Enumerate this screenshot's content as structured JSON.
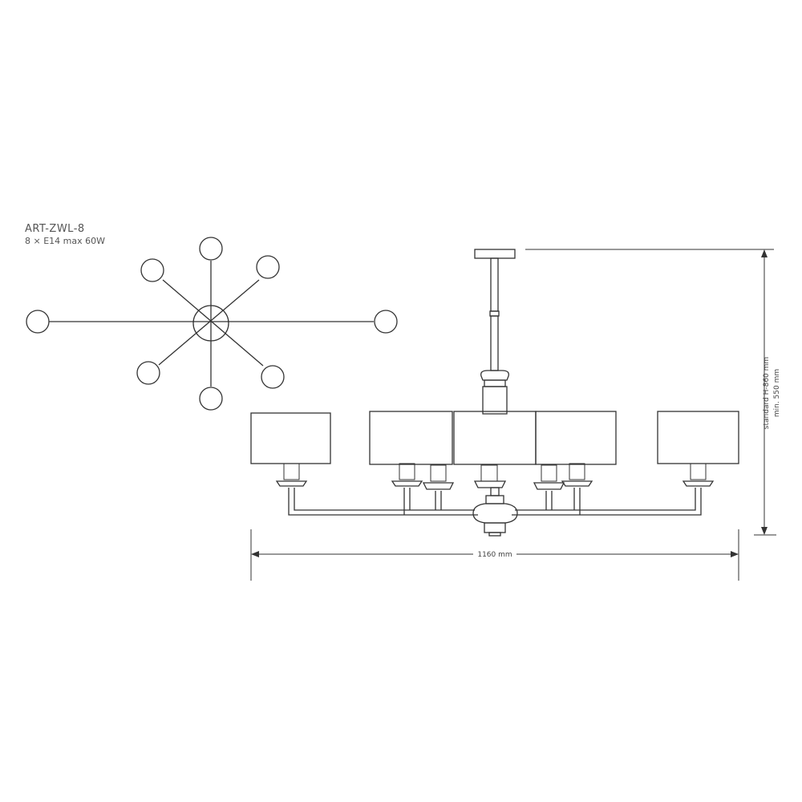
{
  "product": {
    "model": "ART-ZWL-8",
    "spec": "8 × E14 max 60W"
  },
  "dimensions": {
    "width_label": "1160 mm",
    "height_standard_label": "standard H-860 mm",
    "height_min_label": "min. 550 mm"
  }
}
